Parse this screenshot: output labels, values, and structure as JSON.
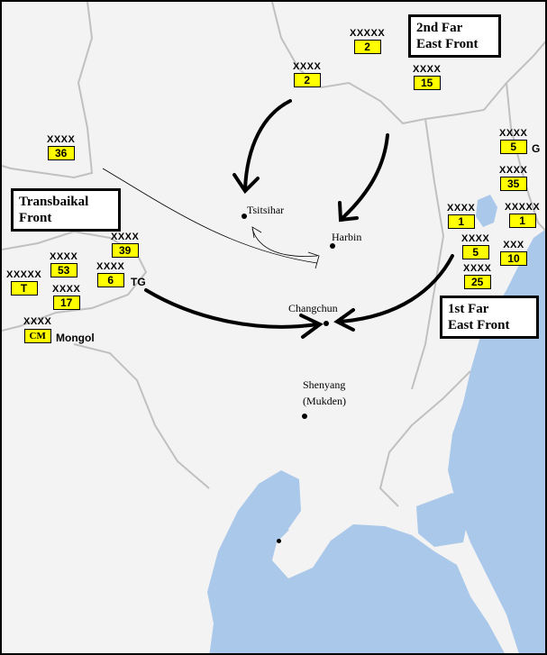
{
  "colors": {
    "land": "#f3f3f3",
    "sea": "#aac8ea",
    "border": "#c0c0c0",
    "unit_box": "#ffff00",
    "arrow": "#000000"
  },
  "fronts": {
    "second_far_east": [
      "2nd Far",
      "East Front"
    ],
    "transbaikal": [
      "Transbaikal",
      "Front"
    ],
    "first_far_east": [
      "1st Far",
      "East Front"
    ]
  },
  "cities": {
    "tsitsihar": "Tsitsihar",
    "harbin": "Harbin",
    "changchun": "Changchun",
    "shenyang": "Shenyang",
    "shenyang_alt": "(Mukden)"
  },
  "units": {
    "army_2_far_east": {
      "echelon": "XXXXX",
      "number": "2"
    },
    "army_2": {
      "echelon": "XXXX",
      "number": "2"
    },
    "army_15": {
      "echelon": "XXXX",
      "number": "15"
    },
    "army_36": {
      "echelon": "XXXX",
      "number": "36"
    },
    "army_5g": {
      "echelon": "XXXX",
      "number": "5",
      "suffix": "G"
    },
    "army_35": {
      "echelon": "XXXX",
      "number": "35"
    },
    "army_39": {
      "echelon": "XXXX",
      "number": "39"
    },
    "army_53": {
      "echelon": "XXXX",
      "number": "53"
    },
    "transbaikal_t": {
      "echelon": "XXXXX",
      "number": "T"
    },
    "army_6tg": {
      "echelon": "XXXX",
      "number": "6",
      "suffix": "TG"
    },
    "army_17": {
      "echelon": "XXXX",
      "number": "17"
    },
    "mongol_cm": {
      "echelon": "XXXX",
      "number": "CM",
      "suffix": "Mongol"
    },
    "army_1": {
      "echelon": "XXXX",
      "number": "1"
    },
    "front_1": {
      "echelon": "XXXXX",
      "number": "1"
    },
    "army_5": {
      "echelon": "XXXX",
      "number": "5"
    },
    "corps_10": {
      "echelon": "XXX",
      "number": "10"
    },
    "army_25": {
      "echelon": "XXXX",
      "number": "25"
    }
  }
}
